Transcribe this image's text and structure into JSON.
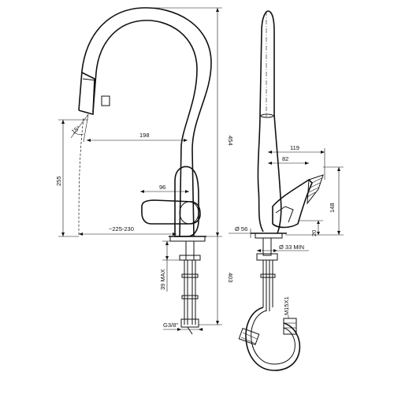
{
  "dimensions": {
    "d198": "198",
    "d96": "96",
    "d225": "~225-230",
    "d255": "255",
    "d454": "454",
    "d403": "403",
    "d39max": "39 MAX",
    "d15deg": "15°",
    "dthread": "G3/8\"",
    "d119": "119",
    "d82": "82",
    "d148": "148",
    "d20": "20",
    "d56": "Ø 56",
    "d33min": "Ø 33 MIN",
    "dm15": "M15X1"
  },
  "colors": {
    "line": "#111111",
    "background": "#ffffff"
  }
}
